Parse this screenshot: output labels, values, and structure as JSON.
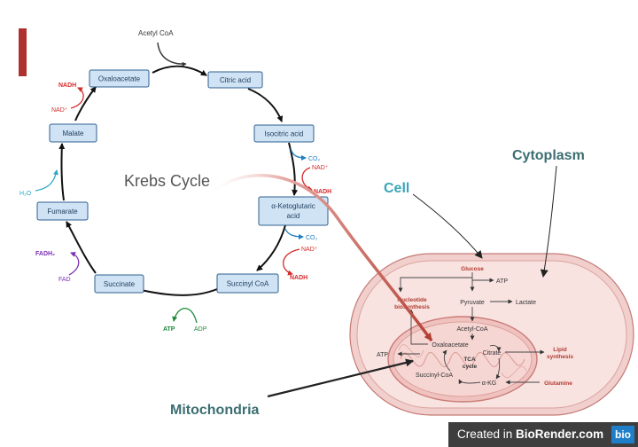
{
  "colors": {
    "node_fill": "#cfe3f5",
    "node_stroke": "#2f5f8f",
    "nadh": "#d42b2b",
    "co2": "#1f7fc1",
    "fadh2": "#7a2fb5",
    "atp": "#1e8c3a",
    "h2o": "#2aa7c4",
    "cell_teal": "#3aa6b9",
    "label_dark": "#3c6e71",
    "bar": "#b03030"
  },
  "krebs": {
    "title": "Krebs Cycle",
    "acetyl_coa": "Acetyl CoA",
    "nodes": {
      "oxaloacetate": "Oxaloacetate",
      "citric_acid": "Citric acid",
      "isocitric_acid": "Isocitric acid",
      "ketoglutaric_line1": "α-Ketoglutaric",
      "ketoglutaric_line2": "acid",
      "succinyl_coa": "Succinyl CoA",
      "succinate": "Succinate",
      "fumarate": "Fumarate",
      "malate": "Malate"
    },
    "side": {
      "nadh_top": "NADH",
      "nad_top": "NAD⁺",
      "h2o": "H₂O",
      "fadh2": "FADH₂",
      "fad": "FAD",
      "atp": "ATP",
      "adp": "ADP",
      "co2_1": "CO₂",
      "nad_1": "NAD⁺",
      "nadh_1": "NADH",
      "co2_2": "CO₂",
      "nad_2": "NAD⁺",
      "nadh_2": "NADH"
    }
  },
  "labels": {
    "cytoplasm": "Cytoplasm",
    "cell": "Cell",
    "mitochondria": "Mitochondria"
  },
  "cell_diagram": {
    "glucose": "Glucose",
    "atp_top": "ATP",
    "nucleotide_line1": "Nucleotide",
    "nucleotide_line2": "biosynthesis",
    "pyruvate": "Pyruvate",
    "lactate": "Lactate",
    "acetyl_coa": "Acetyl-CoA",
    "oxaloacetate": "Oxaloacetate",
    "citrate": "Citrate",
    "lipid_line1": "Lipid",
    "lipid_line2": "synthesis",
    "atp_left": "ATP",
    "tca_line1": "TCA",
    "tca_line2": "cycle",
    "succinyl_coa": "Succinyl-CoA",
    "akg": "α-KG",
    "glutamine": "Glutamine"
  },
  "watermark": {
    "prefix": "Created in ",
    "brand": "BioRender.com",
    "logo": "bio"
  }
}
